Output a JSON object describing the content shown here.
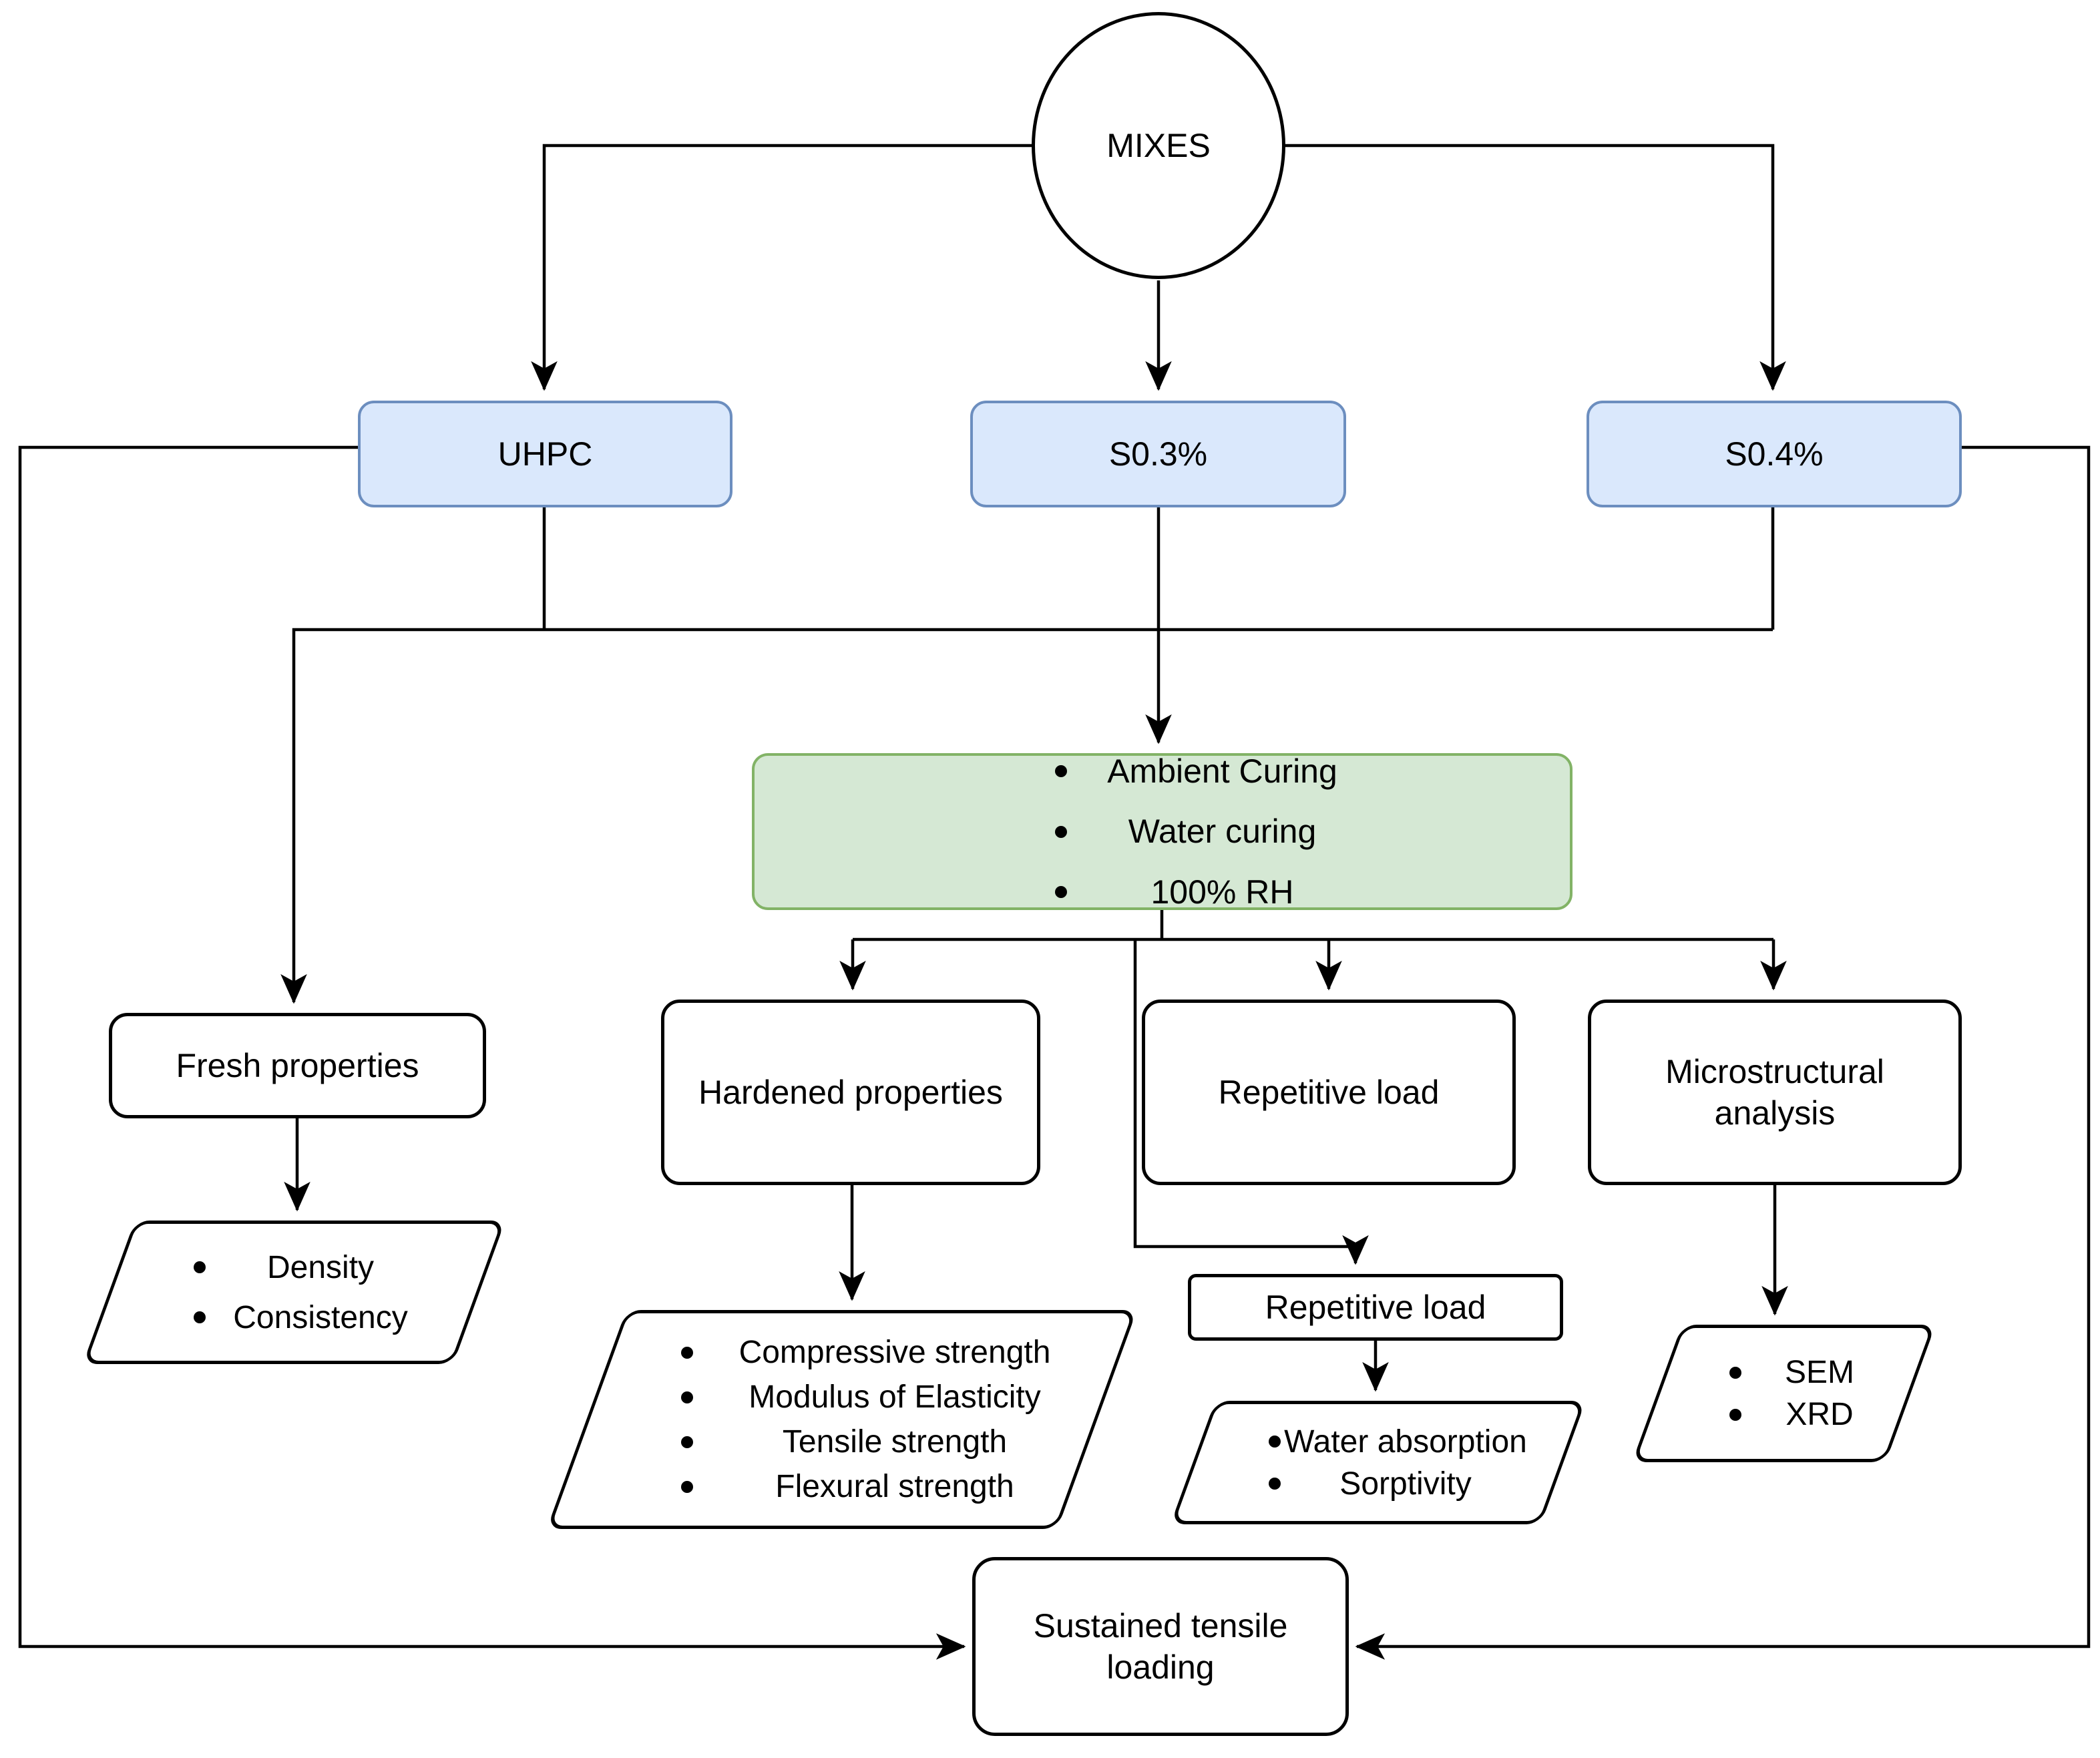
{
  "diagram": {
    "title_node": {
      "label": "MIXES"
    },
    "mixes": [
      {
        "label": "UHPC"
      },
      {
        "label": "S0.3%"
      },
      {
        "label": "S0.4%"
      }
    ],
    "curing": {
      "items": [
        "Ambient Curing",
        "Water curing",
        "100% RH"
      ]
    },
    "tests": {
      "fresh": {
        "label": "Fresh properties",
        "outputs": [
          "Density",
          "Consistency"
        ]
      },
      "hardened": {
        "label": "Hardened properties",
        "outputs": [
          "Compressive strength",
          "Modulus of Elasticity",
          "Tensile strength",
          "Flexural strength"
        ]
      },
      "repetitive": {
        "label": "Repetitive load",
        "sub_label": "Repetitive load",
        "outputs": [
          "Water absorption",
          "Sorptivity"
        ]
      },
      "micro": {
        "label": "Microstructural analysis",
        "outputs": [
          "SEM",
          "XRD"
        ]
      }
    },
    "final_node": {
      "label": "Sustained tensile loading"
    }
  },
  "colors": {
    "background": "#ffffff",
    "line": "#000000",
    "mix_fill": "#dae8fc",
    "mix_stroke": "#6c8ebf",
    "curing_fill": "#d5e8d4",
    "curing_stroke": "#82b366",
    "text": "#000000"
  }
}
